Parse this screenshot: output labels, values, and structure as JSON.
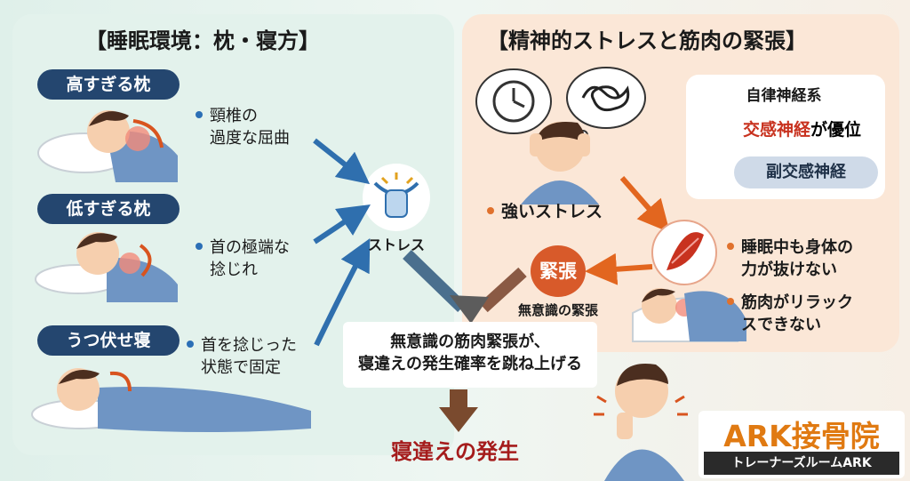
{
  "left": {
    "title": "【睡眠環境：枕・寝方】",
    "cases": [
      {
        "label": "高すぎる枕",
        "bullet_line1": "頸椎の",
        "bullet_line2": "過度な屈曲"
      },
      {
        "label": "低すぎる枕",
        "bullet_line1": "首の極端な",
        "bullet_line2": "捻じれ"
      },
      {
        "label": "うつ伏せ寝",
        "bullet_line1": "首を捻じった",
        "bullet_line2": "状態で固定"
      }
    ],
    "stress_node": "ストレス"
  },
  "right": {
    "title": "【精神的ストレスと筋肉の緊張】",
    "autonomic": {
      "title": "自律神経系",
      "sympathetic_highlight": "交感神経",
      "sympathetic_rest": "が優位",
      "parasympathetic": "副交感神経"
    },
    "strong_stress": "強いストレス",
    "tension_badge": "緊張",
    "unconscious_label": "無意識の緊張",
    "bullets": [
      {
        "line1": "睡眠中も身体の",
        "line2": "力が抜けない"
      },
      {
        "line1": "筋肉がリラック",
        "line2": "スできない"
      }
    ]
  },
  "conclusion": {
    "line1": "無意識の筋肉緊張が、",
    "line2": "寝違えの発生確率を跳ね上げる"
  },
  "outcome": "寝違えの発生",
  "brand": {
    "name": "ARK接骨院",
    "sub": "トレーナーズルームARK"
  },
  "colors": {
    "navy": "#24466f",
    "arrow_blue": "#2f6fae",
    "arrow_orange": "#e2661f",
    "arrow_brown": "#7a4a2e",
    "red_text": "#a51c1c"
  }
}
